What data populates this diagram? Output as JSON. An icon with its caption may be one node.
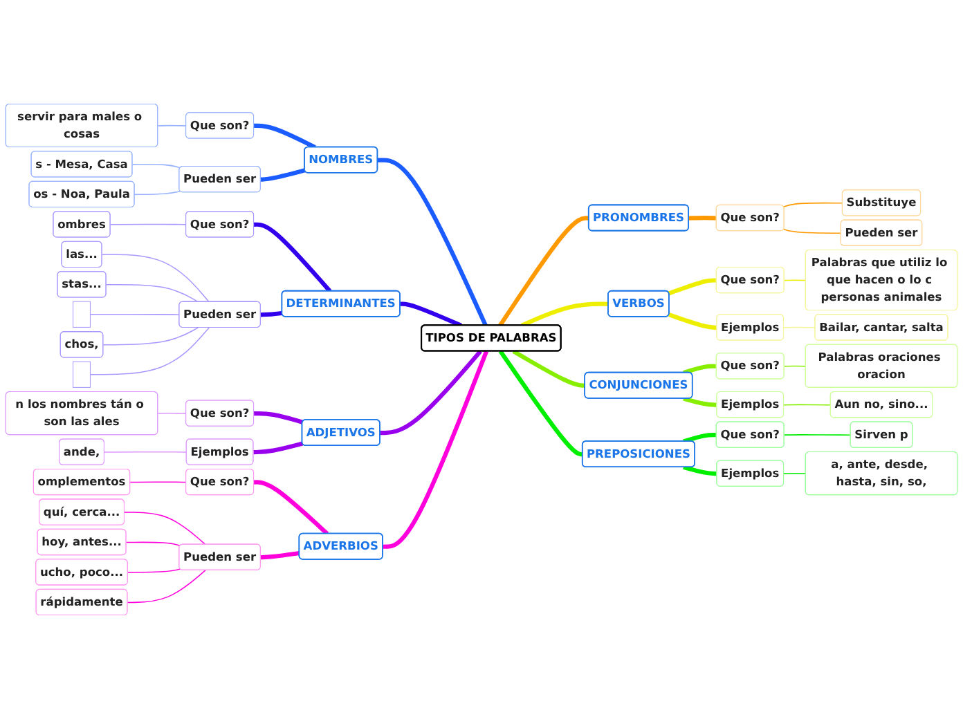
{
  "diagram": {
    "nodes": [
      {
        "text": [
          "TIPOS DE PALABRAS"
        ]
      },
      {
        "text": [
          "NOMBRES"
        ]
      },
      {
        "text": [
          "Que son?"
        ]
      },
      {
        "text": [
          "servir para males o cosas"
        ]
      },
      {
        "text": [
          "Pueden ser"
        ]
      },
      {
        "text": [
          "s - Mesa, Casa"
        ]
      },
      {
        "text": [
          "os - Noa, Paula"
        ]
      },
      {
        "text": [
          "DETERMINANTES"
        ]
      },
      {
        "text": [
          "Que son?"
        ]
      },
      {
        "text": [
          "ombres"
        ]
      },
      {
        "text": [
          "Pueden ser"
        ]
      },
      {
        "text": [
          "las..."
        ]
      },
      {
        "text": [
          "stas..."
        ]
      },
      {
        "text": [],
        "shape": "box"
      },
      {
        "text": [
          "chos,"
        ]
      },
      {
        "text": [],
        "shape": "box"
      },
      {
        "text": [
          "ADJETIVOS"
        ]
      },
      {
        "text": [
          "Que son?"
        ]
      },
      {
        "text": [
          "n los nombres tán o son las ales"
        ]
      },
      {
        "text": [
          "Ejemplos"
        ]
      },
      {
        "text": [
          "ande,"
        ]
      },
      {
        "text": [
          "ADVERBIOS"
        ]
      },
      {
        "text": [
          "Que son?"
        ]
      },
      {
        "text": [
          "omplementos"
        ]
      },
      {
        "text": [
          "Pueden ser"
        ]
      },
      {
        "text": [
          "quí, cerca..."
        ]
      },
      {
        "text": [
          "hoy, antes..."
        ]
      },
      {
        "text": [
          "ucho, poco..."
        ]
      },
      {
        "text": [
          "rápidamente"
        ]
      },
      {
        "text": [
          "PRONOMBRES"
        ]
      },
      {
        "text": [
          "Que son?"
        ]
      },
      {
        "text": [
          "Substituye"
        ]
      },
      {
        "text": [
          "Pueden ser"
        ]
      },
      {
        "text": [
          "VERBOS"
        ]
      },
      {
        "text": [
          "Que son?"
        ]
      },
      {
        "text": [
          "Palabras que utiliz lo que hacen o lo c personas animales"
        ]
      },
      {
        "text": [
          "Ejemplos"
        ]
      },
      {
        "text": [
          "Bailar, cantar, salta"
        ]
      },
      {
        "text": [
          "CONJUNCIONES"
        ]
      },
      {
        "text": [
          "Que son?"
        ]
      },
      {
        "text": [
          "Palabras oraciones oracion"
        ]
      },
      {
        "text": [
          "Ejemplos"
        ]
      },
      {
        "text": [
          "Aun no, sino..."
        ]
      },
      {
        "text": [
          "PREPOSICIONES"
        ]
      },
      {
        "text": [
          "Que son?"
        ]
      },
      {
        "text": [
          "Sirven p"
        ]
      },
      {
        "text": [
          "Ejemplos"
        ]
      },
      {
        "text": [
          "a, ante, desde, hasta, sin, so,"
        ]
      }
    ],
    "edges": [
      {
        "from": 1,
        "to": 0,
        "arrow": "none",
        "style": "thick",
        "color": "#1a5cff"
      },
      {
        "from": 2,
        "to": 1,
        "arrow": "none",
        "style": "thick",
        "color": "#1a5cff"
      },
      {
        "from": 3,
        "to": 2,
        "arrow": "none",
        "color": "#99b3ff"
      },
      {
        "from": 4,
        "to": 1,
        "arrow": "none",
        "style": "thick",
        "color": "#1a5cff"
      },
      {
        "from": 5,
        "to": 4,
        "arrow": "none",
        "color": "#99b3ff"
      },
      {
        "from": 6,
        "to": 4,
        "arrow": "none",
        "color": "#99b3ff"
      },
      {
        "from": 7,
        "to": 0,
        "arrow": "none",
        "style": "thick",
        "color": "#3300ee"
      },
      {
        "from": 8,
        "to": 7,
        "arrow": "none",
        "style": "thick",
        "color": "#3300ee"
      },
      {
        "from": 9,
        "to": 8,
        "arrow": "none",
        "color": "#a899ff"
      },
      {
        "from": 10,
        "to": 7,
        "arrow": "none",
        "style": "thick",
        "color": "#3300ee"
      },
      {
        "from": 11,
        "to": 10,
        "arrow": "none",
        "color": "#a899ff"
      },
      {
        "from": 12,
        "to": 10,
        "arrow": "none",
        "color": "#a899ff"
      },
      {
        "from": 13,
        "to": 10,
        "arrow": "none",
        "color": "#a899ff"
      },
      {
        "from": 14,
        "to": 10,
        "arrow": "none",
        "color": "#a899ff"
      },
      {
        "from": 15,
        "to": 10,
        "arrow": "none",
        "color": "#a899ff"
      },
      {
        "from": 16,
        "to": 0,
        "arrow": "none",
        "style": "thick",
        "color": "#9900ee"
      },
      {
        "from": 17,
        "to": 16,
        "arrow": "none",
        "style": "thick",
        "color": "#9900ee"
      },
      {
        "from": 18,
        "to": 17,
        "arrow": "none",
        "color": "#dd99ff"
      },
      {
        "from": 19,
        "to": 16,
        "arrow": "none",
        "style": "thick",
        "color": "#9900ee"
      },
      {
        "from": 20,
        "to": 19,
        "arrow": "none",
        "color": "#dd99ff"
      },
      {
        "from": 21,
        "to": 0,
        "arrow": "none",
        "style": "thick",
        "color": "#ff00dd"
      },
      {
        "from": 22,
        "to": 21,
        "arrow": "none",
        "style": "thick",
        "color": "#ff00dd"
      },
      {
        "from": 23,
        "to": 22,
        "arrow": "none",
        "color": "#ff00dd"
      },
      {
        "from": 24,
        "to": 21,
        "arrow": "none",
        "style": "thick",
        "color": "#ff00dd"
      },
      {
        "from": 25,
        "to": 24,
        "arrow": "none",
        "color": "#ff00dd"
      },
      {
        "from": 26,
        "to": 24,
        "arrow": "none",
        "color": "#ff00dd"
      },
      {
        "from": 27,
        "to": 24,
        "arrow": "none",
        "color": "#ff00dd"
      },
      {
        "from": 28,
        "to": 24,
        "arrow": "none",
        "color": "#ff00dd"
      },
      {
        "from": 0,
        "to": 29,
        "arrow": "none",
        "style": "thick",
        "color": "#ff9900"
      },
      {
        "from": 29,
        "to": 30,
        "arrow": "none",
        "style": "thick",
        "color": "#ff9900"
      },
      {
        "from": 30,
        "to": 31,
        "arrow": "none",
        "color": "#ff9900"
      },
      {
        "from": 30,
        "to": 32,
        "arrow": "none",
        "color": "#ff9900"
      },
      {
        "from": 0,
        "to": 33,
        "arrow": "none",
        "style": "thick",
        "color": "#eeee00"
      },
      {
        "from": 33,
        "to": 34,
        "arrow": "none",
        "style": "thick",
        "color": "#eeee00"
      },
      {
        "from": 34,
        "to": 35,
        "arrow": "none",
        "color": "#eeee00"
      },
      {
        "from": 33,
        "to": 36,
        "arrow": "none",
        "style": "thick",
        "color": "#eeee00"
      },
      {
        "from": 36,
        "to": 37,
        "arrow": "none",
        "color": "#f5f599"
      },
      {
        "from": 0,
        "to": 38,
        "arrow": "none",
        "style": "thick",
        "color": "#88ee00"
      },
      {
        "from": 38,
        "to": 39,
        "arrow": "none",
        "style": "thick",
        "color": "#88ee00"
      },
      {
        "from": 39,
        "to": 40,
        "arrow": "none",
        "color": "#88ee00"
      },
      {
        "from": 38,
        "to": 41,
        "arrow": "none",
        "style": "thick",
        "color": "#88ee00"
      },
      {
        "from": 41,
        "to": 42,
        "arrow": "none",
        "color": "#88ee00"
      },
      {
        "from": 0,
        "to": 43,
        "arrow": "none",
        "style": "thick",
        "color": "#00ee00"
      },
      {
        "from": 43,
        "to": 44,
        "arrow": "none",
        "style": "thick",
        "color": "#00ee00"
      },
      {
        "from": 44,
        "to": 45,
        "arrow": "none",
        "color": "#00ee00"
      },
      {
        "from": 43,
        "to": 46,
        "arrow": "none",
        "style": "thick",
        "color": "#00ee00"
      },
      {
        "from": 46,
        "to": 47,
        "arrow": "none",
        "color": "#00ee00"
      }
    ]
  }
}
